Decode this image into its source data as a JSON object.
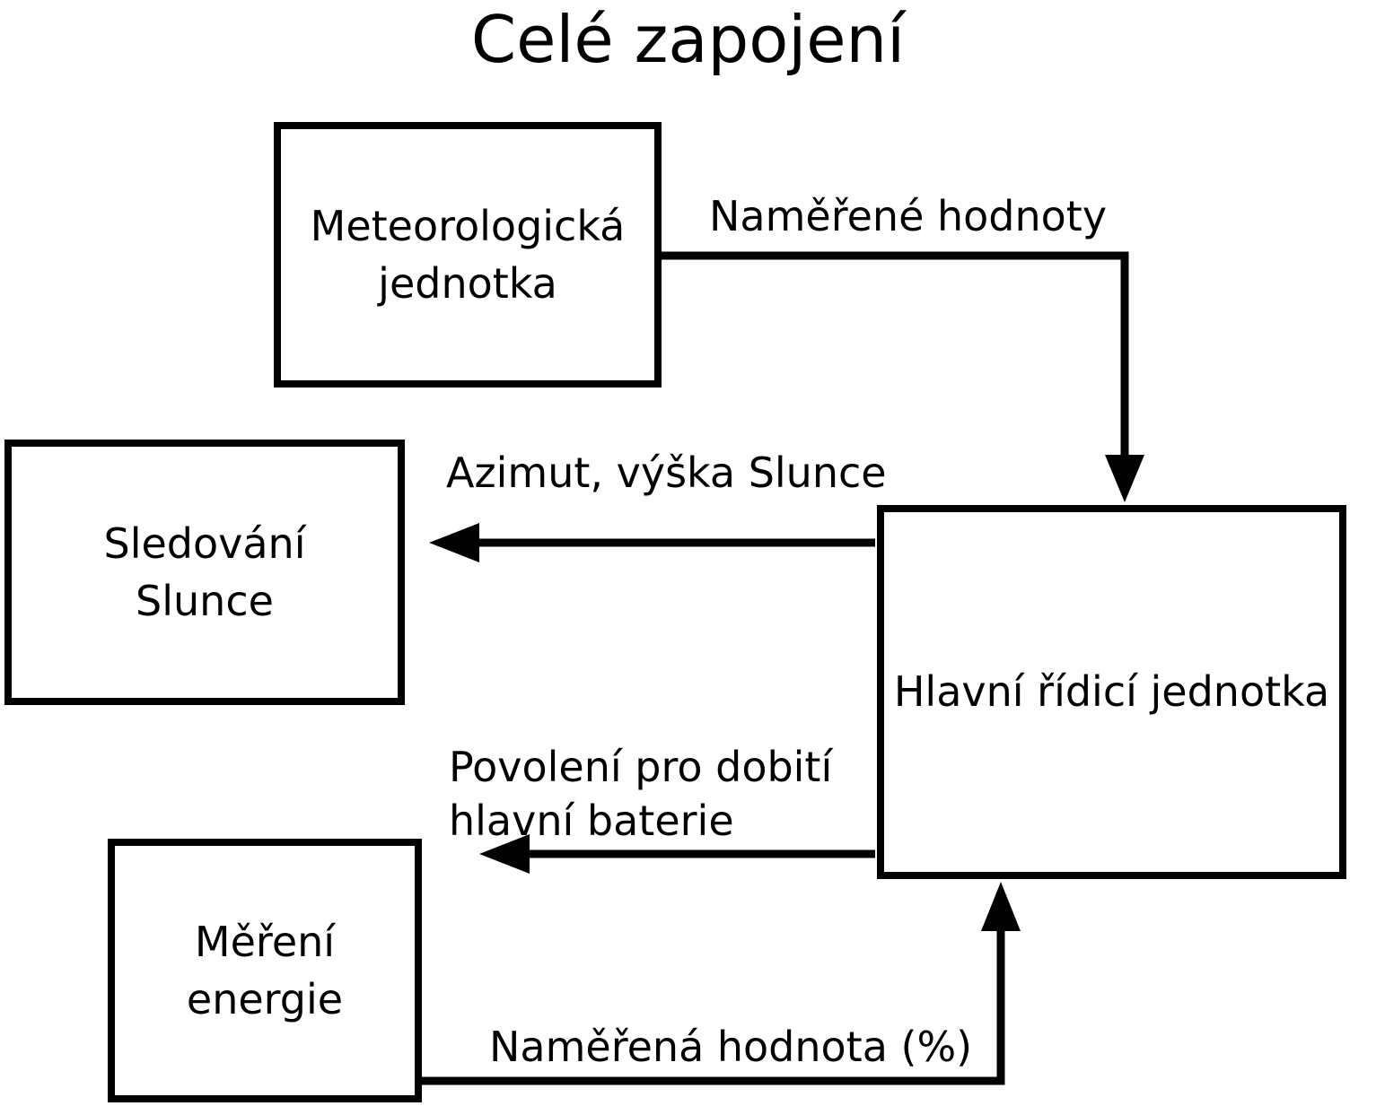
{
  "title": "Celé zapojení",
  "nodes": {
    "meteo": {
      "line1": "Meteorologická",
      "line2": "jednotka"
    },
    "sledovani": {
      "line1": "Sledování",
      "line2": "Slunce"
    },
    "mereni": {
      "line1": "Měření",
      "line2": "energie"
    },
    "hlavni": {
      "label": "Hlavní řídicí jednotka"
    }
  },
  "edges": {
    "namerene_hodnoty": {
      "label": "Naměřené hodnoty",
      "from": "Meteorologická jednotka",
      "to": "Hlavní řídicí jednotka"
    },
    "azimut": {
      "label": "Azimut, výška Slunce",
      "from": "Hlavní řídicí jednotka",
      "to": "Sledování Slunce"
    },
    "povoleni": {
      "line1": "Povolení pro dobití",
      "line2": "hlavní baterie",
      "from": "Hlavní řídicí jednotka",
      "to": "Měření energie"
    },
    "namerena_hodnota": {
      "label": "Naměřená hodnota (%)",
      "from": "Měření energie",
      "to": "Hlavní řídicí jednotka"
    }
  },
  "colors": {
    "line": "#000000",
    "background": "#ffffff",
    "text": "#000000"
  }
}
